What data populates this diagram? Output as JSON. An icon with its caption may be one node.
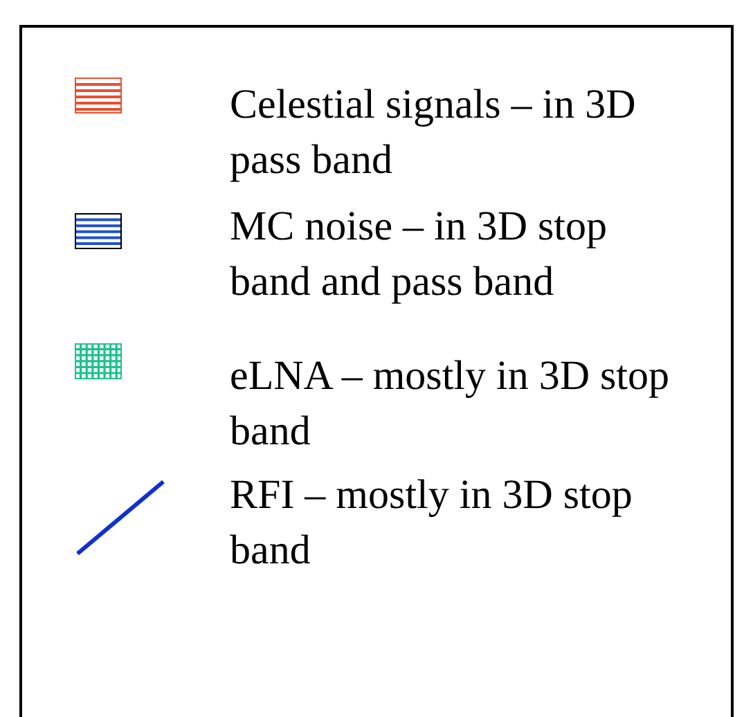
{
  "diagram": {
    "legend": [
      {
        "text": "Celestial signals – in 3D pass band"
      },
      {
        "text": "MC noise – in 3D stop band and pass band"
      },
      {
        "text": "eLNA – mostly in 3D stop band"
      },
      {
        "text": "RFI – mostly in 3D stop band"
      }
    ]
  }
}
